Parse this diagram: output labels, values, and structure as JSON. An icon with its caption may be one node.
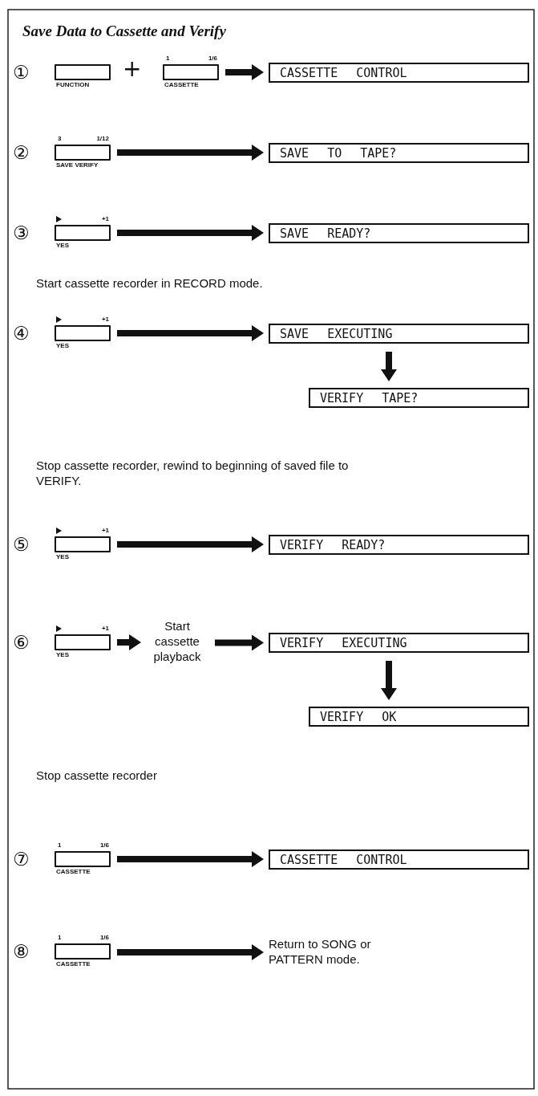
{
  "diagram": {
    "title": "Save Data to Cassette and Verify",
    "nodes": [
      {
        "text": [
          "FUNCTION"
        ]
      },
      {
        "text": [
          "1",
          "1/6",
          "CASSETTE"
        ]
      },
      {
        "text": [
          "CASSETTE CONTROL"
        ]
      },
      {
        "text": [
          "3",
          "1/12",
          "SAVE VERIFY"
        ]
      },
      {
        "text": [
          "SAVE TO TAPE?"
        ]
      },
      {
        "text": [
          "+1",
          "YES"
        ]
      },
      {
        "text": [
          "SAVE READY?"
        ]
      },
      {
        "text": [
          "+1",
          "YES"
        ]
      },
      {
        "text": [
          "SAVE EXECUTING"
        ]
      },
      {
        "text": [
          "VERIFY TAPE?"
        ]
      },
      {
        "text": [
          "+1",
          "YES"
        ]
      },
      {
        "text": [
          "VERIFY READY?"
        ]
      },
      {
        "text": [
          "+1",
          "YES"
        ]
      },
      {
        "text": [
          "Start cassette playback"
        ]
      },
      {
        "text": [
          "VERIFY EXECUTING"
        ]
      },
      {
        "text": [
          "VERIFY OK"
        ]
      },
      {
        "text": [
          "1",
          "1/6",
          "CASSETTE"
        ]
      },
      {
        "text": [
          "CASSETTE CONTROL"
        ]
      },
      {
        "text": [
          "1",
          "1/6",
          "CASSETTE"
        ]
      },
      {
        "text": [
          "Return to SONG or PATTERN mode."
        ]
      }
    ],
    "edges": [
      {
        "from": 1,
        "to": 2,
        "arrow": "to"
      },
      {
        "from": 3,
        "to": 4,
        "arrow": "to"
      },
      {
        "from": 5,
        "to": 6,
        "arrow": "to"
      },
      {
        "from": 7,
        "to": 8,
        "arrow": "to"
      },
      {
        "from": 8,
        "to": 9,
        "arrow": "to"
      },
      {
        "from": 10,
        "to": 11,
        "arrow": "to"
      },
      {
        "from": 12,
        "to": 13,
        "arrow": "to"
      },
      {
        "from": 13,
        "to": 14,
        "arrow": "to"
      },
      {
        "from": 14,
        "to": 15,
        "arrow": "to"
      },
      {
        "from": 16,
        "to": 17,
        "arrow": "to"
      },
      {
        "from": 18,
        "to": 19,
        "arrow": "to"
      }
    ],
    "labels": [
      "①",
      "+",
      "②",
      "③",
      "Start cassette recorder in RECORD mode.",
      "④",
      "Stop cassette recorder, rewind to beginning of saved file to VERIFY.",
      "⑤",
      "⑥",
      "Stop cassette recorder",
      "⑦",
      "⑧"
    ]
  }
}
